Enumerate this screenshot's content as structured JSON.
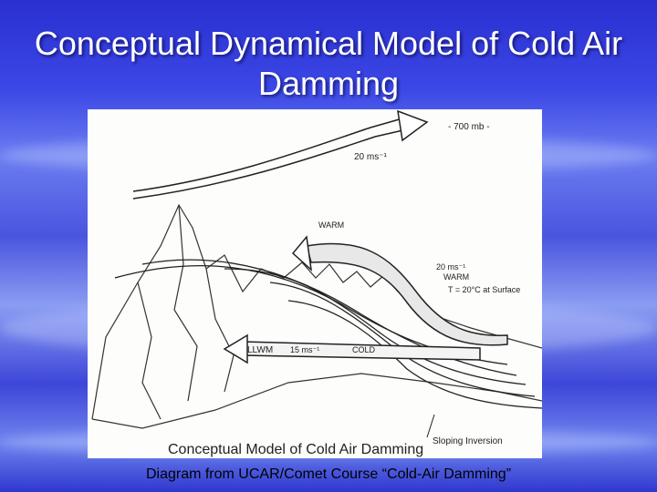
{
  "slide": {
    "title": "Conceptual Dynamical Model of Cold Air Damming",
    "caption": "Diagram from UCAR/Comet Course “Cold-Air Damming”"
  },
  "diagram": {
    "caption": "Conceptual Model of Cold Air Damming",
    "labels": {
      "level": "- 700 mb -",
      "upper_wind": "20 ms⁻¹",
      "warm_top": "WARM",
      "warm_wind": "20 ms⁻¹",
      "warm_mid": "WARM",
      "surface_temp": "T = 20°C at Surface",
      "llwm": "LLWM",
      "llwm_speed": "15 ms⁻¹",
      "cold": "COLD",
      "sloping_inversion": "Sloping  Inversion"
    }
  },
  "colors": {
    "title": "#ffffff",
    "background_blue": "#3b47e6",
    "diagram_ink": "#222222"
  }
}
